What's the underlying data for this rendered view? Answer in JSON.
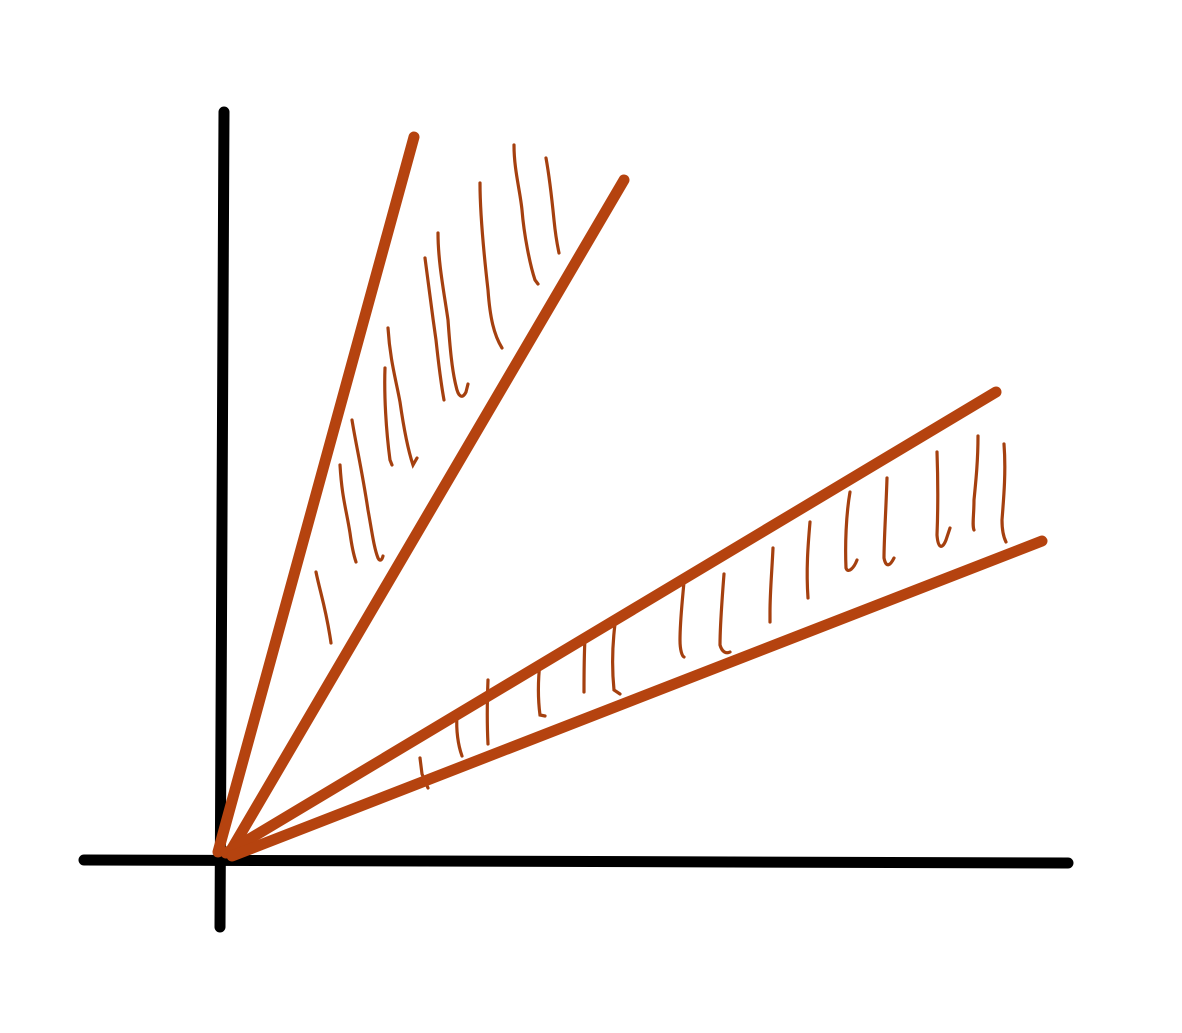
{
  "colors": {
    "background": "#ffffff",
    "axis": "#000000",
    "ray": "#b5430f",
    "hatch": "#a5400f"
  },
  "diagram": {
    "kind": "sketch of two shaded angular sectors between rays from the origin",
    "axes": [
      "x-axis",
      "y-axis"
    ],
    "sectors": [
      {
        "name": "upper-sector",
        "rays": 2,
        "hatched": true
      },
      {
        "name": "lower-sector",
        "rays": 2,
        "hatched": true
      }
    ]
  }
}
